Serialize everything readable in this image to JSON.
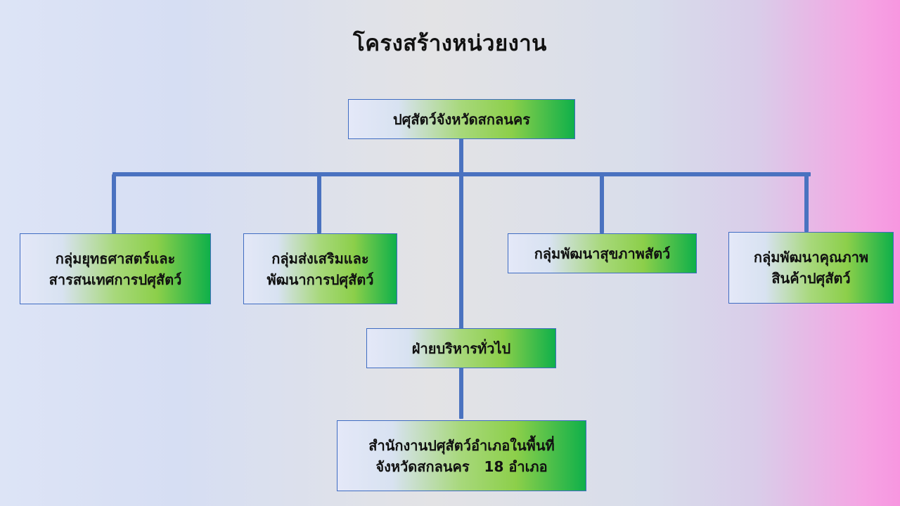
{
  "title": "โครงสร้างหน่วยงาน",
  "nodes": {
    "root": {
      "lines": [
        "ปศุสัตว์จังหวัดสกลนคร"
      ]
    },
    "strategy": {
      "lines": [
        "กลุ่มยุทธศาสตร์และ",
        "สารสนเทศการปศุสัตว์"
      ]
    },
    "promotion": {
      "lines": [
        "กลุ่มส่งเสริมและ",
        "พัฒนาการปศุสัตว์"
      ]
    },
    "health": {
      "lines": [
        "กลุ่มพัฒนาสุขภาพสัตว์"
      ]
    },
    "quality": {
      "lines": [
        "กลุ่มพัฒนาคุณภาพ",
        "สินค้าปศุสัตว์"
      ]
    },
    "admin": {
      "lines": [
        "ฝ่ายบริหารทั่วไป"
      ]
    },
    "district": {
      "lines": [
        "สำนักงานปศุสัตว์อำเภอในพื้นที่",
        "จังหวัดสกลนคร   18 อำเภอ"
      ]
    }
  },
  "colors": {
    "connector": "#4a72c0",
    "box_border": "#3f6cc2",
    "box_gradient_end": "#0fb04a"
  }
}
